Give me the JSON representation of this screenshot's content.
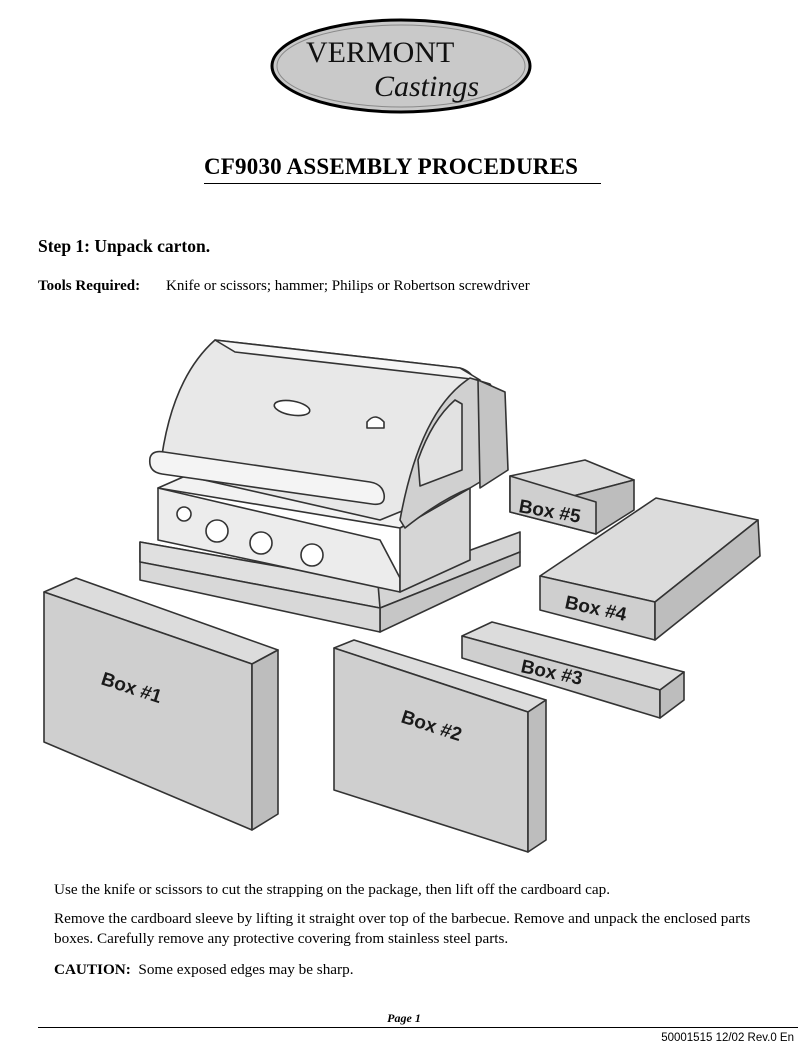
{
  "logo": {
    "brand_line1": "VERMONT",
    "brand_line2": "Castings"
  },
  "title": "CF9030 ASSEMBLY PROCEDURES",
  "step": "Step 1:  Unpack carton.",
  "tools": {
    "label": "Tools Required:",
    "value": "Knife or scissors; hammer; Philips or Robertson screwdriver"
  },
  "illustration": {
    "boxes": [
      "Box #1",
      "Box #2",
      "Box #3",
      "Box #4",
      "Box #5"
    ],
    "colors": {
      "box_fill": "#cfcfcf",
      "box_side": "#b9b9b9",
      "grill_steel": "#e6e6e6",
      "outline": "#333333"
    }
  },
  "paragraphs": {
    "p1": "Use the knife or scissors to cut the strapping on the package, then lift off the cardboard cap.",
    "p2": "Remove the cardboard sleeve by lifting it straight over top of the barbecue. Remove and unpack the enclosed parts boxes. Carefully remove any protective covering from stainless steel parts.",
    "caution_label": "CAUTION:",
    "caution_text": "Some exposed edges may be sharp."
  },
  "footer": {
    "page": "Page 1",
    "doc_number": "50001515   12/02   Rev.0   En"
  }
}
